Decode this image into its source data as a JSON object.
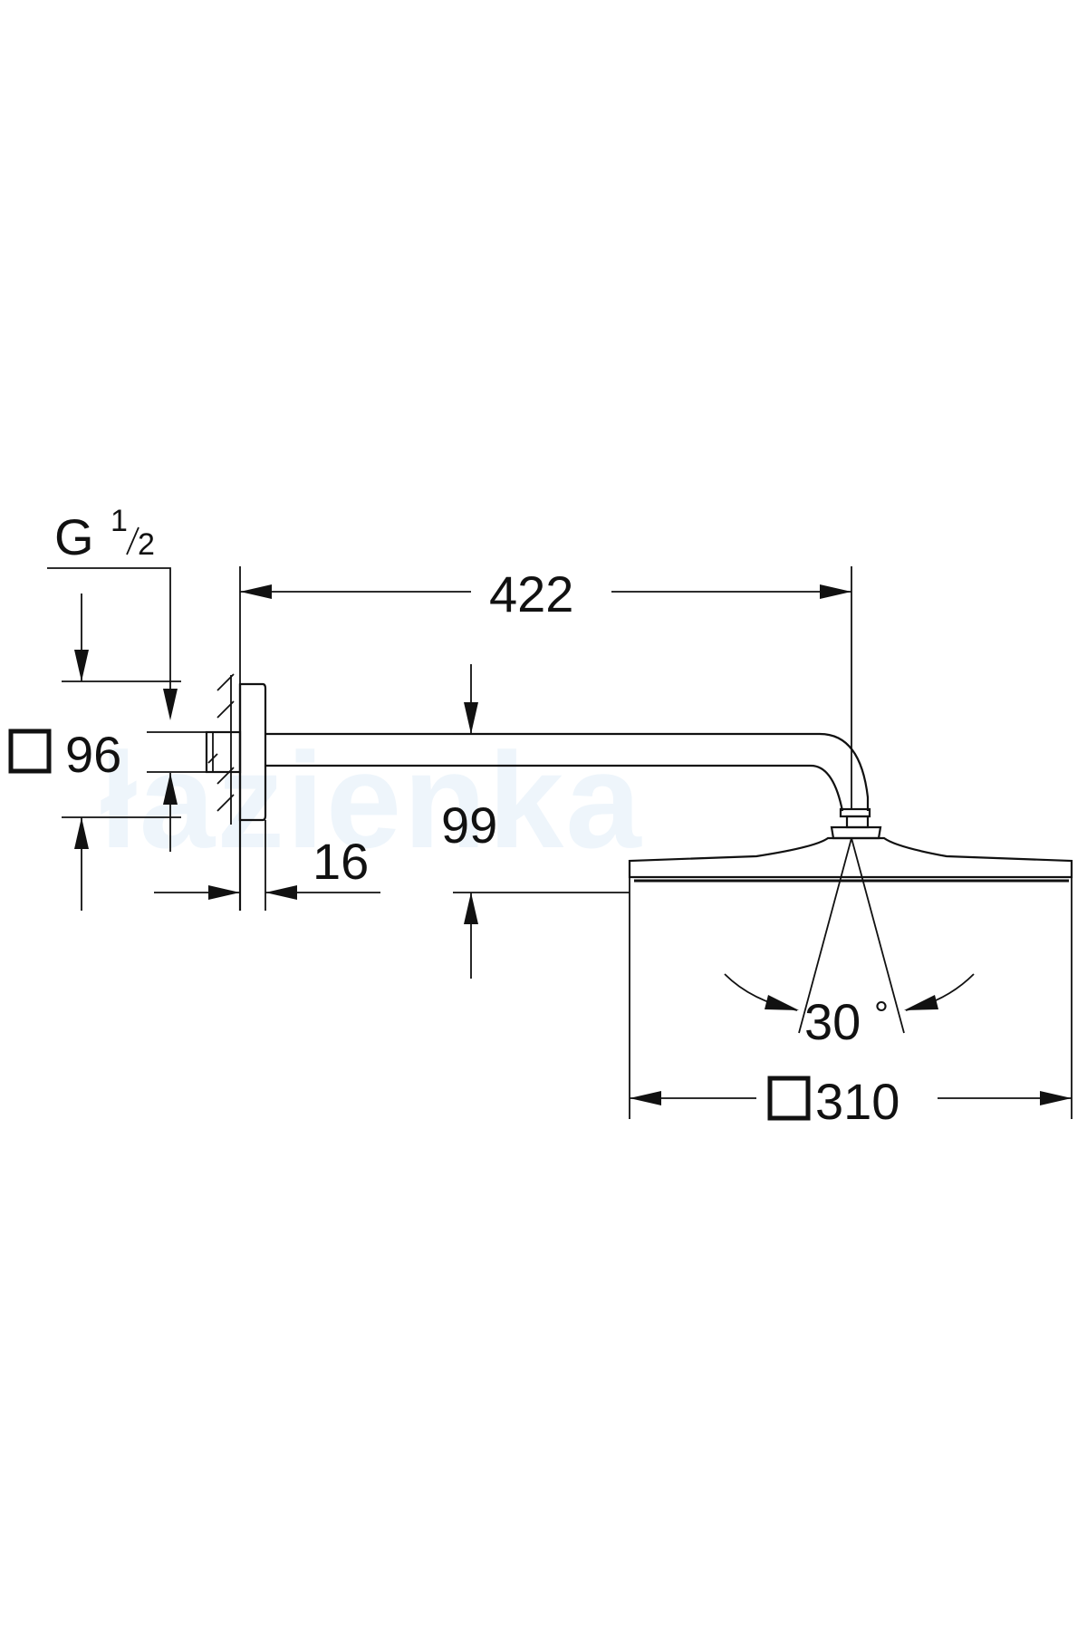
{
  "watermark": {
    "text": "łazienka"
  },
  "dimensions": {
    "thread": {
      "letter": "G",
      "num": "1",
      "den": "2"
    },
    "arm_length": "422",
    "rosette_size": "96",
    "head_drop": "99",
    "rosette_depth": "16",
    "tilt_angle": "30",
    "tilt_unit": "°",
    "head_size": "310"
  }
}
